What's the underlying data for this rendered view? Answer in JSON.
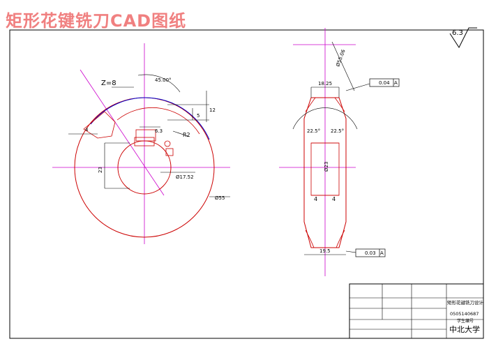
{
  "title": "矩形花键铣刀CAD图纸",
  "roughness": "6.3",
  "colors": {
    "title": "#f08080",
    "part_outline": "#cc0000",
    "center_line": "#cc00cc",
    "dimension": "#000000",
    "highlight": "#0000cc",
    "frame": "#000000"
  },
  "front_view": {
    "teeth_label": "Z=8",
    "angle_label": "45.00°",
    "dim_5": "5",
    "dim_12": "12",
    "dim_6_3": "6.3",
    "radius_label": "R2",
    "dim_4": "4",
    "bore_dia": "23",
    "hub_dia": "Ø17.52",
    "outer_dia": "Ø55"
  },
  "side_view": {
    "top_width": "18.25",
    "angle_left": "22.5°",
    "angle_right": "22.5°",
    "dia_label": "Ø55.06",
    "bore_label": "Ø23",
    "dim_4_left": "4",
    "dim_4_right": "4",
    "bottom_width": "19.5",
    "tol_top_value": "0.04",
    "tol_top_datum": "A",
    "tol_bottom_value": "0.03",
    "tol_bottom_datum": "A"
  },
  "title_block": {
    "part_name": "矩形花键铣刀设计",
    "drawing_no": "0505140687",
    "sub_no": "学生编号",
    "school": "中北大学"
  }
}
